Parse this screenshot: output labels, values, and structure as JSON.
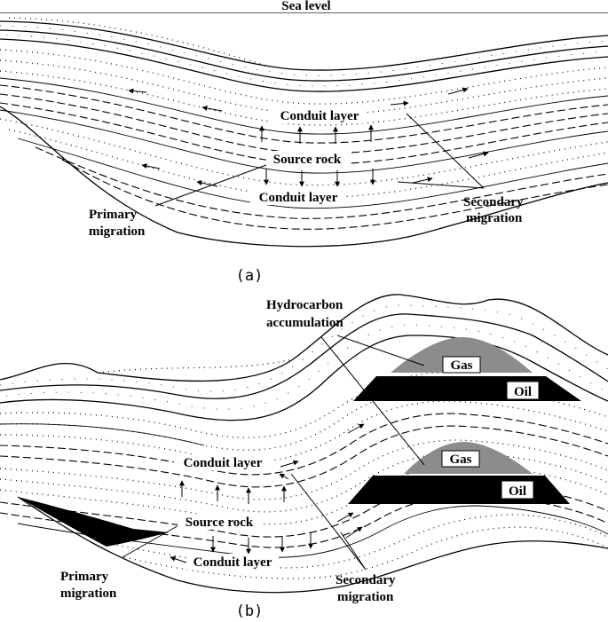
{
  "panel_a": {
    "sea_level": "Sea level",
    "conduit_upper": "Conduit layer",
    "source_rock": "Source rock",
    "conduit_lower": "Conduit layer",
    "primary_line1": "Primary",
    "primary_line2": "migration",
    "secondary_line1": "Secondary",
    "secondary_line2": "migration",
    "caption": "(a)"
  },
  "panel_b": {
    "hydro_line1": "Hydrocarbon",
    "hydro_line2": "accumulation",
    "gas_upper": "Gas",
    "oil_upper": "Oil",
    "gas_lower": "Gas",
    "oil_lower": "Oil",
    "conduit_upper": "Conduit layer",
    "source_rock": "Source rock",
    "conduit_lower": "Conduit layer",
    "primary_line1": "Primary",
    "primary_line2": "migration",
    "secondary_line1": "Secondary",
    "secondary_line2": "migration",
    "caption": "(b)"
  },
  "colors": {
    "gas": "#8c8c8c",
    "oil": "#000000",
    "line": "#000000"
  }
}
